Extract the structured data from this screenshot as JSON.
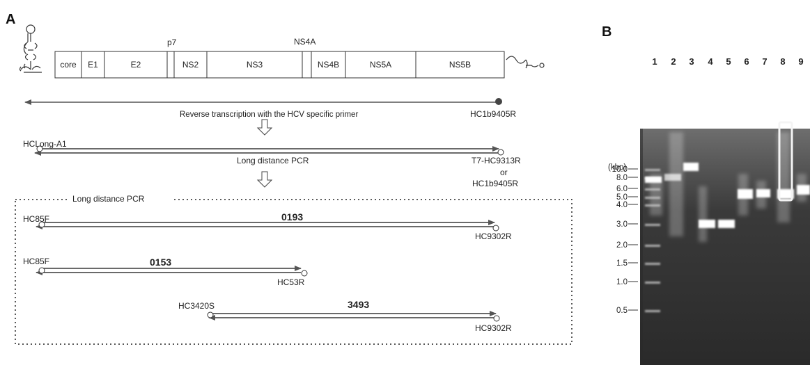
{
  "panel_a": {
    "label": "A",
    "genome": {
      "segments": [
        "core",
        "E1",
        "E2",
        "",
        "NS2",
        "NS3",
        "",
        "NS4B",
        "NS5A",
        "NS5B"
      ],
      "label_p7": "p7",
      "label_ns4a": "NS4A"
    },
    "rt_step": {
      "caption": "Reverse transcription with the HCV specific primer",
      "primer": "HC1b9405R"
    },
    "ld_pcr": {
      "forward_primer": "HCLong-A1",
      "caption": "Long distance PCR",
      "reverse_primer_1": "T7-HC9313R",
      "or_word": "or",
      "reverse_primer_2": "HC1b9405R"
    },
    "box": {
      "title": "Long distance PCR",
      "amplicons": [
        {
          "forward": "HC85F",
          "name": "0193",
          "reverse": "HC9302R"
        },
        {
          "forward": "HC85F",
          "name": "0153",
          "reverse": "HC53R"
        },
        {
          "forward": "HC3420S",
          "name": "3493",
          "reverse": "HC9302R"
        }
      ]
    }
  },
  "panel_b": {
    "label": "B",
    "lanes": [
      "1",
      "2",
      "3",
      "4",
      "5",
      "6",
      "7",
      "8",
      "9"
    ],
    "unit": "(kbp)",
    "markers": [
      "10.0",
      "8.0",
      "6.0",
      "5.0",
      "4.0",
      "3.0",
      "2.0",
      "1.5",
      "1.0",
      "0.5"
    ]
  }
}
